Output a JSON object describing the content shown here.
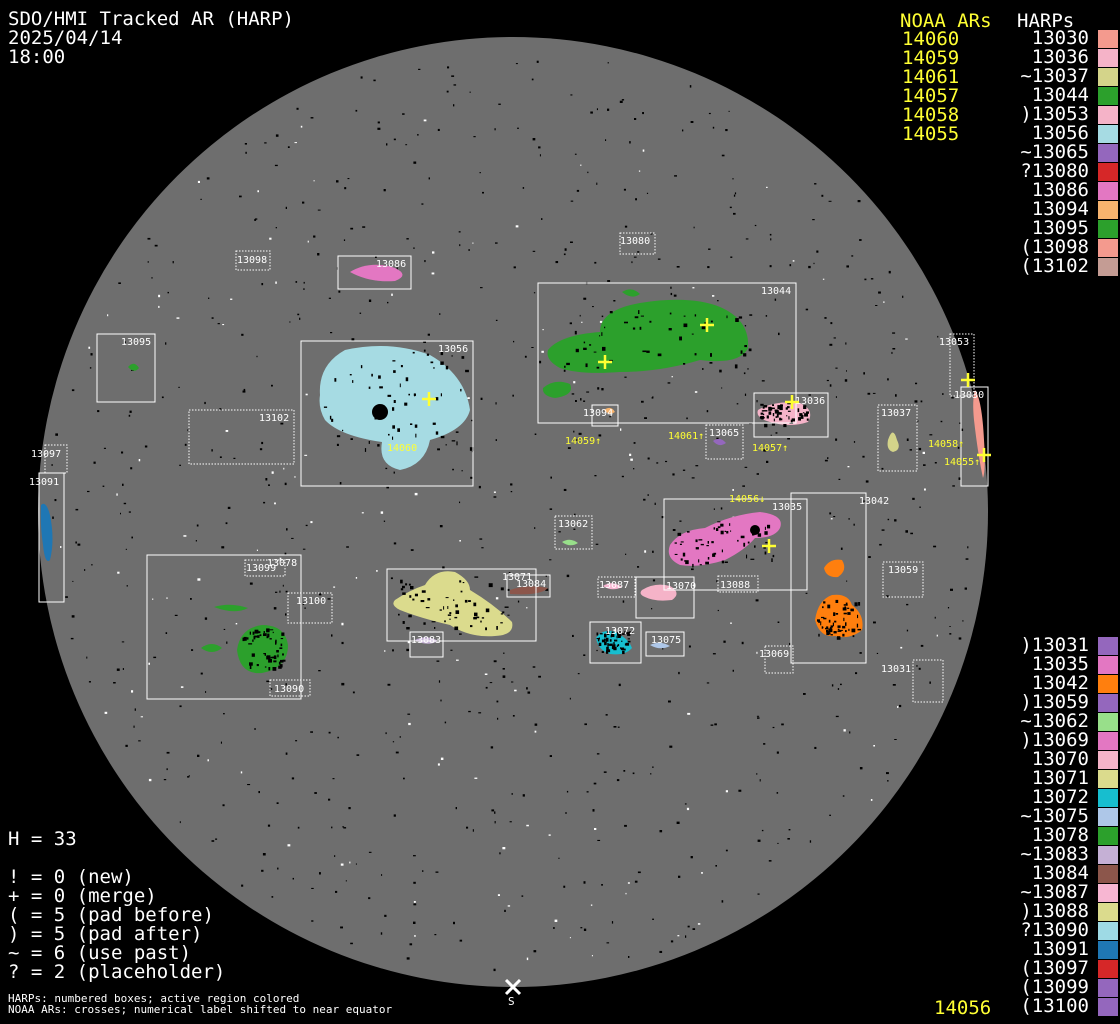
{
  "header": {
    "title": "SDO/HMI Tracked AR (HARP)",
    "date": "2025/04/14",
    "time": "18:00"
  },
  "legend": {
    "noaa_title": "NOAA ARs",
    "harps_title": "HARPs",
    "noaa_list": [
      "14060",
      "14059",
      "14061",
      "14057",
      "14058",
      "14055"
    ],
    "harps_top": [
      {
        "label": " 13030",
        "color": "#f49a8e"
      },
      {
        "label": " 13036",
        "color": "#f5b3c8"
      },
      {
        "label": "~13037",
        "color": "#d4d48a"
      },
      {
        "label": " 13044",
        "color": "#2ca02c"
      },
      {
        "label": ")13053",
        "color": "#f5b3c8"
      },
      {
        "label": " 13056",
        "color": "#a6dbe3"
      },
      {
        "label": "~13065",
        "color": "#9467bd"
      },
      {
        "label": "?13080",
        "color": "#d62728"
      },
      {
        "label": " 13086",
        "color": "#e377c2"
      },
      {
        "label": " 13094",
        "color": "#f7b46e"
      },
      {
        "label": " 13095",
        "color": "#2ca02c"
      },
      {
        "label": "(13098",
        "color": "#f49a8e"
      },
      {
        "label": "(13102",
        "color": "#c49c94"
      }
    ],
    "harps_bottom": [
      {
        "label": ")13031",
        "color": "#9467bd"
      },
      {
        "label": " 13035",
        "color": "#e377c2"
      },
      {
        "label": " 13042",
        "color": "#ff7f0e"
      },
      {
        "label": ")13059",
        "color": "#9467bd"
      },
      {
        "label": "~13062",
        "color": "#98df8a"
      },
      {
        "label": ")13069",
        "color": "#e377c2"
      },
      {
        "label": " 13070",
        "color": "#f5b3c8"
      },
      {
        "label": " 13071",
        "color": "#dbdb8d"
      },
      {
        "label": " 13072",
        "color": "#17becf"
      },
      {
        "label": "~13075",
        "color": "#aec7e8"
      },
      {
        "label": " 13078",
        "color": "#2ca02c"
      },
      {
        "label": "~13083",
        "color": "#c5b0d5"
      },
      {
        "label": " 13084",
        "color": "#8c564b"
      },
      {
        "label": "~13087",
        "color": "#f7b6d2"
      },
      {
        "label": ")13088",
        "color": "#dbdb8d"
      },
      {
        "label": "?13090",
        "color": "#9edae5"
      },
      {
        "label": " 13091",
        "color": "#1f77b4"
      },
      {
        "label": "(13097",
        "color": "#d62728"
      },
      {
        "label": "(13099",
        "color": "#9467bd"
      },
      {
        "label": "(13100",
        "color": "#9467bd"
      }
    ]
  },
  "stats": {
    "h": "H = 33",
    "new": "! = 0 (new)",
    "merge": "+ = 0 (merge)",
    "pad_before": "( = 5 (pad before)",
    "pad_after": ") = 5 (pad after)",
    "use_past": "~ = 6 (use past)",
    "placeholder": "? = 2 (placeholder)"
  },
  "footer": {
    "line1": "HARPs: numbered boxes; active region colored",
    "line2": "NOAA ARs: crosses; numerical label shifted to near equator"
  },
  "south_label": "S",
  "bottom_noaa": "14056",
  "disk": {
    "color": "#6e6e6e"
  },
  "harp_boxes": [
    {
      "label": "13098",
      "dotted": true,
      "color": null
    },
    {
      "label": "13086",
      "dotted": false,
      "color": "#e377c2"
    },
    {
      "label": "13080",
      "dotted": true,
      "color": null
    },
    {
      "label": "13044",
      "dotted": false,
      "color": "#2ca02c"
    },
    {
      "label": "13095",
      "dotted": false,
      "color": "#2ca02c"
    },
    {
      "label": "13056",
      "dotted": false,
      "color": "#a6dbe3"
    },
    {
      "label": "13053",
      "dotted": true,
      "color": null
    },
    {
      "label": "13030",
      "dotted": false,
      "color": "#f49a8e"
    },
    {
      "label": "13102",
      "dotted": true,
      "color": null
    },
    {
      "label": "13094",
      "dotted": false,
      "color": "#f7b46e"
    },
    {
      "label": "13036",
      "dotted": false,
      "color": "#f5b3c8"
    },
    {
      "label": "13065",
      "dotted": true,
      "color": "#9467bd"
    },
    {
      "label": "13037",
      "dotted": true,
      "color": "#d4d48a"
    },
    {
      "label": "13097",
      "dotted": true,
      "color": null
    },
    {
      "label": "13091",
      "dotted": false,
      "color": "#1f77b4"
    },
    {
      "label": "13062",
      "dotted": true,
      "color": "#98df8a"
    },
    {
      "label": "13035",
      "dotted": false,
      "color": "#e377c2"
    },
    {
      "label": "13042",
      "dotted": false,
      "color": "#ff7f0e"
    },
    {
      "label": "13078",
      "dotted": false,
      "color": "#2ca02c"
    },
    {
      "label": "13099",
      "dotted": true,
      "color": null
    },
    {
      "label": "13100",
      "dotted": true,
      "color": null
    },
    {
      "label": "13090",
      "dotted": true,
      "color": null
    },
    {
      "label": "13071",
      "dotted": false,
      "color": "#dbdb8d"
    },
    {
      "label": "13084",
      "dotted": false,
      "color": "#8c564b"
    },
    {
      "label": "13087",
      "dotted": true,
      "color": "#f7b6d2"
    },
    {
      "label": "13070",
      "dotted": false,
      "color": "#f5b3c8"
    },
    {
      "label": "13088",
      "dotted": true,
      "color": null
    },
    {
      "label": "13059",
      "dotted": true,
      "color": null
    },
    {
      "label": "13072",
      "dotted": false,
      "color": "#17becf"
    },
    {
      "label": "13075",
      "dotted": false,
      "color": "#aec7e8"
    },
    {
      "label": "13069",
      "dotted": true,
      "color": null
    },
    {
      "label": "13083",
      "dotted": false,
      "color": "#c5b0d5"
    },
    {
      "label": "13031",
      "dotted": true,
      "color": null
    }
  ],
  "noaa_marks": [
    {
      "label": "14060"
    },
    {
      "label": "14059"
    },
    {
      "label": "14061"
    },
    {
      "label": "14057"
    },
    {
      "label": "14058"
    },
    {
      "label": "14055"
    },
    {
      "label": "14056"
    }
  ]
}
